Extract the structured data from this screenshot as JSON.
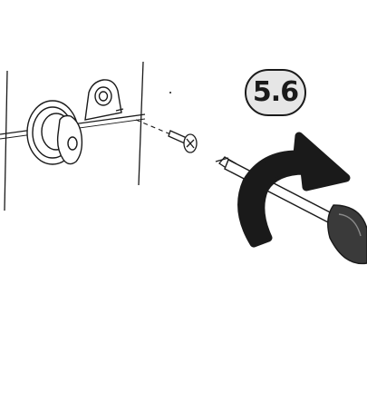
{
  "step": {
    "label": "5.6"
  },
  "illustration": {
    "components": [
      "door-panel",
      "lock-cylinder",
      "key",
      "hinge-bracket",
      "screw",
      "screwdriver",
      "rotation-arrow"
    ],
    "colors": {
      "line": "#1a1a1a",
      "fill": "#ffffff",
      "handle": "#333333",
      "badge_bg": "#e6e6e6"
    }
  }
}
